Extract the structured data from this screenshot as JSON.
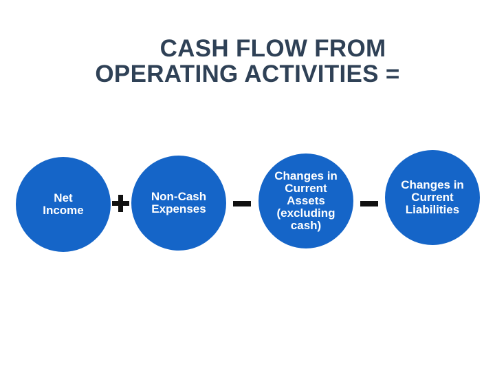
{
  "title": {
    "line1": "CASH FLOW FROM",
    "line2": "OPERATING ACTIVITIES ="
  },
  "components": [
    {
      "label": "Net\nIncome"
    },
    {
      "label": "Non-Cash\nExpenses"
    },
    {
      "label": "Changes in\nCurrent\nAssets\n(excluding\ncash)"
    },
    {
      "label": "Changes in\nCurrent\nLiabilities"
    }
  ],
  "operators": [
    "+",
    "-",
    "-"
  ],
  "colors": {
    "title": "#2f4156",
    "circle": "#1565c8",
    "operator": "#111111"
  }
}
